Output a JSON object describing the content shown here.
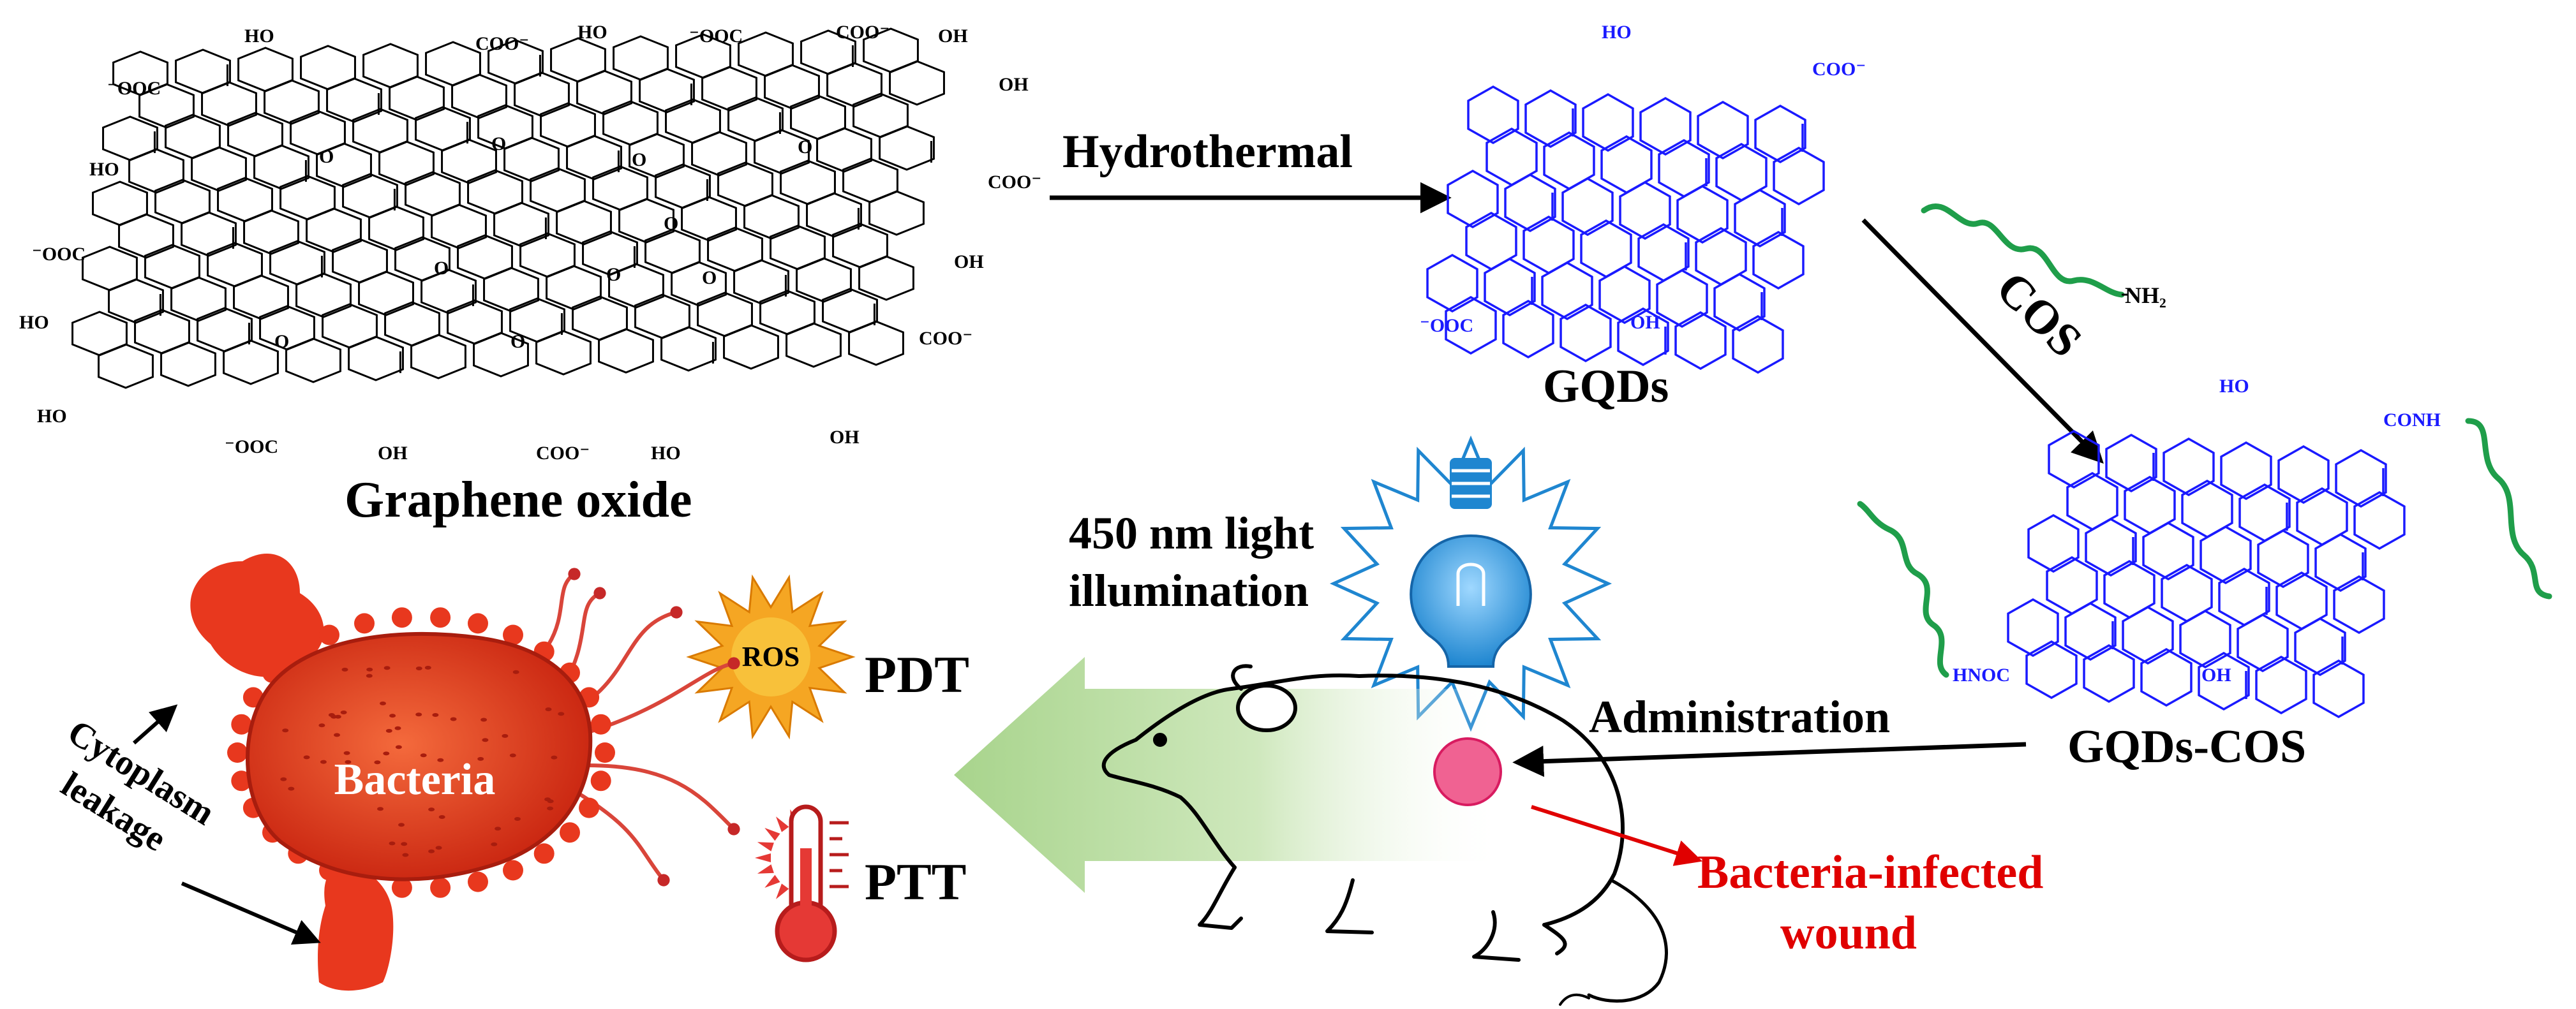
{
  "graphene_oxide": {
    "label": "Graphene oxide",
    "groups": {
      "ho": "HO",
      "oh": "OH",
      "cooh": "COO⁻",
      "ooc": "⁻OOC",
      "o": "O"
    }
  },
  "gqds": {
    "label": "GQDs",
    "groups": {
      "ho": "HO",
      "coo": "COO⁻",
      "ooc": "⁻OOC",
      "oh": "OH"
    }
  },
  "cos": {
    "label": "COS",
    "amine": "NH₂"
  },
  "gqds_cos": {
    "label": "GQDs-COS",
    "groups": {
      "ho": "HO",
      "conh": "CONH",
      "hnoc": "HNOC",
      "oh": "OH"
    }
  },
  "steps": {
    "hydrothermal": "Hydrothermal",
    "administration": "Administration",
    "light": [
      "450 nm light",
      "illumination"
    ]
  },
  "outcomes": {
    "ros": "ROS",
    "pdt": "PDT",
    "ptt": "PTT",
    "wound": [
      "Bacteria-infected",
      "wound"
    ],
    "bacteria": "Bacteria",
    "leakage": [
      "Cytoplasm",
      "leakage"
    ]
  },
  "colors": {
    "chem_blue": "#1a1aff",
    "chain_green": "#1f9e4a",
    "bacteria_red": "#e8381e",
    "wound_pink": "#f06292",
    "wound_text": "#e00000",
    "bulb_blue": "#3aa0e0",
    "ros_sun": "#f5a623",
    "arrow_green": "#b8dca0"
  }
}
